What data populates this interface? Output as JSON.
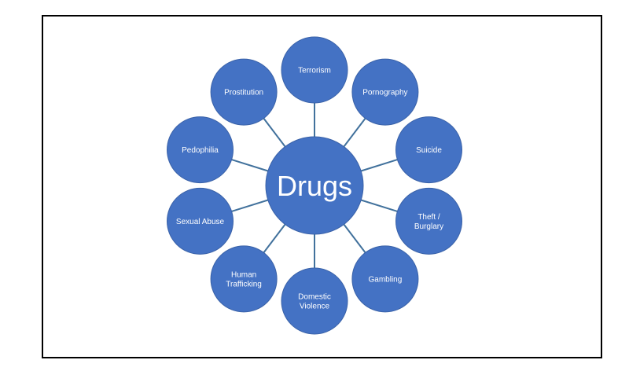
{
  "diagram": {
    "center": {
      "label": "Drugs"
    },
    "nodes": [
      {
        "id": "terrorism",
        "lines": [
          "Terrorism"
        ]
      },
      {
        "id": "pornography",
        "lines": [
          "Pornography"
        ]
      },
      {
        "id": "suicide",
        "lines": [
          "Suicide"
        ]
      },
      {
        "id": "theft-burglary",
        "lines": [
          "Theft /",
          "Burglary"
        ]
      },
      {
        "id": "gambling",
        "lines": [
          "Gambling"
        ]
      },
      {
        "id": "domestic-violence",
        "lines": [
          "Domestic",
          "Violence"
        ]
      },
      {
        "id": "human-trafficking",
        "lines": [
          "Human",
          "Trafficking"
        ]
      },
      {
        "id": "sexual-abuse",
        "lines": [
          "Sexual Abuse"
        ]
      },
      {
        "id": "pedophilia",
        "lines": [
          "Pedophilia"
        ]
      },
      {
        "id": "prostitution",
        "lines": [
          "Prostitution"
        ]
      }
    ]
  },
  "colors": {
    "node_fill": "#4472c4",
    "connector": "#41719c",
    "text": "#ffffff",
    "frame_border": "#000000"
  }
}
